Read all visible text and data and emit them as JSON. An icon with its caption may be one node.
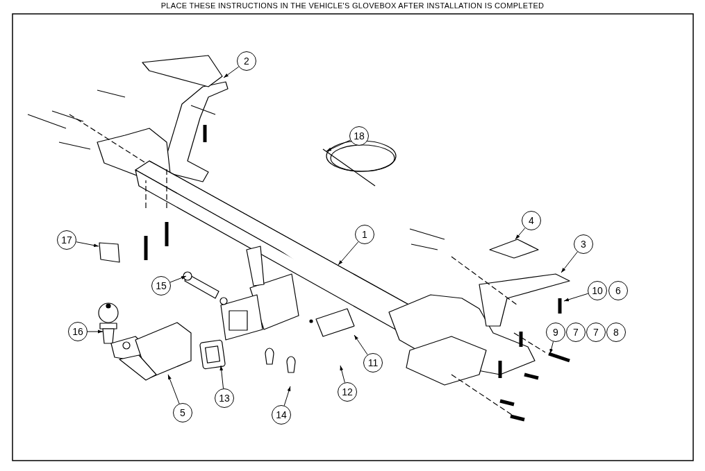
{
  "diagram": {
    "nodes": [
      {
        "text": [
          "1"
        ]
      },
      {
        "text": [
          "2"
        ]
      },
      {
        "text": [
          "3"
        ]
      },
      {
        "text": [
          "4"
        ]
      },
      {
        "text": [
          "5"
        ]
      },
      {
        "text": [
          "10"
        ]
      },
      {
        "text": [
          "6"
        ]
      },
      {
        "text": [
          "9"
        ]
      },
      {
        "text": [
          "7"
        ]
      },
      {
        "text": [
          "7"
        ]
      },
      {
        "text": [
          "8"
        ]
      },
      {
        "text": [
          "11"
        ]
      },
      {
        "text": [
          "12"
        ]
      },
      {
        "text": [
          "13"
        ]
      },
      {
        "text": [
          "14"
        ]
      },
      {
        "text": [
          "15"
        ]
      },
      {
        "text": [
          "16"
        ]
      },
      {
        "text": [
          "17"
        ]
      },
      {
        "text": [
          "18"
        ]
      }
    ],
    "edges": [
      {
        "from": 0,
        "to": null,
        "arrow": "to"
      },
      {
        "from": 1,
        "to": null,
        "arrow": "to"
      },
      {
        "from": 2,
        "to": null,
        "arrow": "to"
      },
      {
        "from": 3,
        "to": null,
        "arrow": "to"
      },
      {
        "from": 4,
        "to": null,
        "arrow": "to"
      },
      {
        "from": 5,
        "to": null,
        "arrow": "to"
      },
      {
        "from": 7,
        "to": null,
        "arrow": "to"
      },
      {
        "from": 11,
        "to": null,
        "arrow": "to"
      },
      {
        "from": 12,
        "to": null,
        "arrow": "to"
      },
      {
        "from": 13,
        "to": null,
        "arrow": "to"
      },
      {
        "from": 14,
        "to": null,
        "arrow": "to"
      },
      {
        "from": 15,
        "to": null,
        "arrow": "to"
      },
      {
        "from": 16,
        "to": null,
        "arrow": "to"
      },
      {
        "from": 17,
        "to": null,
        "arrow": "to"
      },
      {
        "from": 18,
        "to": null,
        "arrow": "to"
      }
    ],
    "labels": [
      "PLACE THESE INSTRUCTIONS IN THE VEHICLE'S GLOVEBOX AFTER INSTALLATION IS COMPLETED"
    ]
  }
}
